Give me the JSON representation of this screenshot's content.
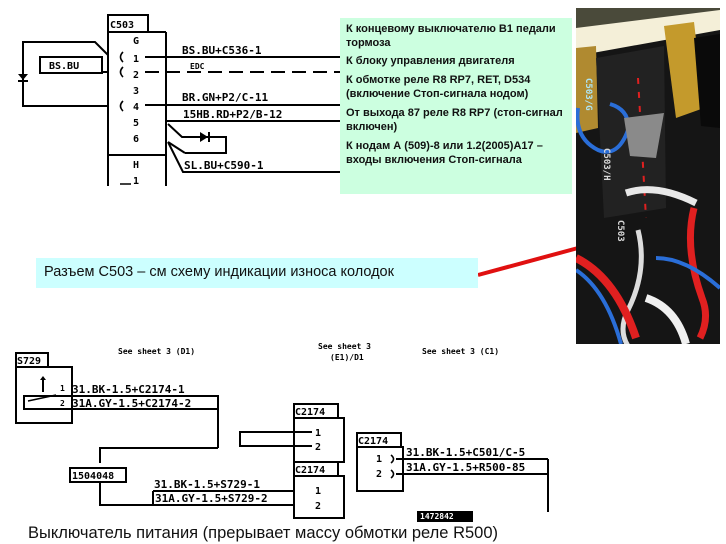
{
  "top_schematic": {
    "connector": "C503",
    "section_g": "G",
    "section_h": "H",
    "pins": [
      "1",
      "2",
      "3",
      "4",
      "5",
      "6"
    ],
    "pin_h1": "1",
    "ext_label": "BS.BU",
    "wires": {
      "w1": "BS.BU+C536-1",
      "w2": "EDC",
      "w4": "BR.GN+P2/C-11",
      "w5": "15HB.RD+P2/B-12",
      "w6": "SL.BU+C590-1"
    }
  },
  "notes": [
    "К концевому выключателю В1 педали тормоза",
    "К блоку управления двигателя",
    " К обмотке реле R8 RP7, RET, D534 (включение Стоп-сигнала нодом)",
    "От выхода 87 реле R8 RP7 (стоп-сигнал включен)",
    "К нодам А (509)-8 или 1.2(2005)A17 – входы включения Стоп-сигнала"
  ],
  "photo": {
    "labels": [
      "C503/G",
      "C503/H",
      "C503"
    ]
  },
  "callout": "Разъем С503 – см схему индикации износа колодок",
  "bottom_schematic": {
    "switch": "S729",
    "sheet_refs": [
      "See sheet 3 (D1)",
      "See sheet 3",
      "(E1)/D1",
      "See sheet 3 (C1)"
    ],
    "switch_pins": [
      "1",
      "2"
    ],
    "wires_switch": [
      "31.BK-1.5+C2174-1",
      "31A.GY-1.5+C2174-2"
    ],
    "connector_c2174": "C2174",
    "c2174_pins": [
      "1",
      "2"
    ],
    "splice": "1504048",
    "wires_s729": [
      "31.BK-1.5+S729-1",
      "31A.GY-1.5+S729-2"
    ],
    "wires_right": [
      "31.BK-1.5+C501/C-5",
      "31A.GY-1.5+R500-85"
    ],
    "bottom_ref": "1472842"
  },
  "caption": "Выключатель питания (прерывает массу обмотки реле R500)",
  "colors": {
    "notes_bg": "#ccffe0",
    "callout_bg": "#ccffff",
    "arrow": "#e01010"
  }
}
